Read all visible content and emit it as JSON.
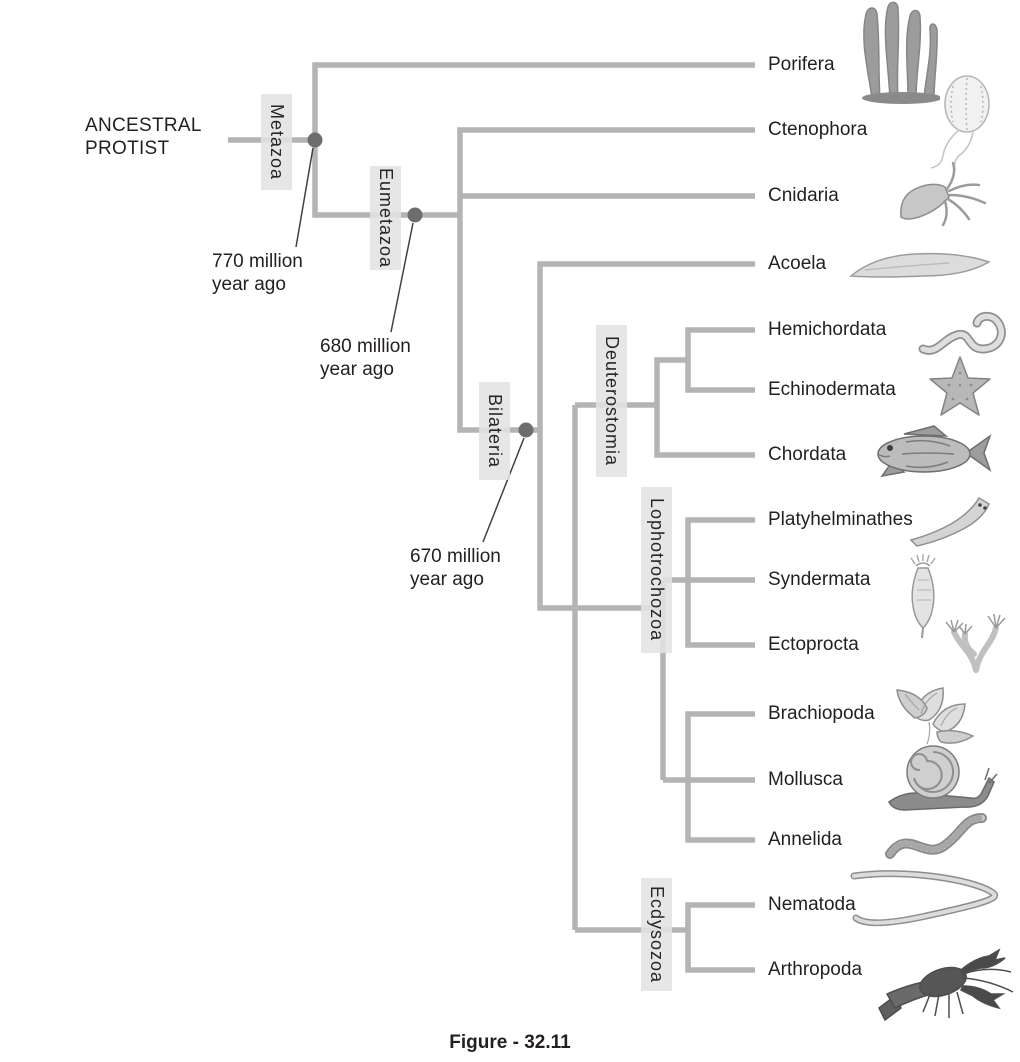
{
  "figure": {
    "caption": "Figure - 32.11"
  },
  "root": {
    "label": "ANCESTRAL PROTIST"
  },
  "clades": [
    {
      "name": "Metazoa"
    },
    {
      "name": "Eumetazoa"
    },
    {
      "name": "Bilateria"
    },
    {
      "name": "Deuterostomia"
    },
    {
      "name": "Lophotrochozoa"
    },
    {
      "name": "Ecdysozoa"
    }
  ],
  "annotations": [
    {
      "text": "770 million year ago",
      "marks": "Metazoa"
    },
    {
      "text": "680 million year ago",
      "marks": "Eumetazoa"
    },
    {
      "text": "670 million year ago",
      "marks": "Bilateria"
    }
  ],
  "taxa": [
    {
      "name": "Porifera",
      "icon": "sponge-icon"
    },
    {
      "name": "Ctenophora",
      "icon": "comb-jelly-icon"
    },
    {
      "name": "Cnidaria",
      "icon": "hydra-icon"
    },
    {
      "name": "Acoela",
      "icon": "flatworm-icon"
    },
    {
      "name": "Hemichordata",
      "icon": "acorn-worm-icon",
      "group": "Deuterostomia"
    },
    {
      "name": "Echinodermata",
      "icon": "sea-star-icon",
      "group": "Deuterostomia"
    },
    {
      "name": "Chordata",
      "icon": "fish-icon",
      "group": "Deuterostomia"
    },
    {
      "name": "Platyhelminathes",
      "icon": "planarian-icon",
      "group": "Lophotrochozoa"
    },
    {
      "name": "Syndermata",
      "icon": "rotifer-icon",
      "group": "Lophotrochozoa"
    },
    {
      "name": "Ectoprocta",
      "icon": "bryozoan-icon",
      "group": "Lophotrochozoa"
    },
    {
      "name": "Brachiopoda",
      "icon": "brachiopod-icon",
      "group": "Lophotrochozoa"
    },
    {
      "name": "Mollusca",
      "icon": "snail-icon",
      "group": "Lophotrochozoa"
    },
    {
      "name": "Annelida",
      "icon": "earthworm-icon",
      "group": "Lophotrochozoa"
    },
    {
      "name": "Nematoda",
      "icon": "roundworm-icon",
      "group": "Ecdysozoa"
    },
    {
      "name": "Arthropoda",
      "icon": "lobster-icon",
      "group": "Ecdysozoa"
    }
  ],
  "colors": {
    "branch": "#b4b4b4",
    "node": "#6d6d6d",
    "clade_box": "#e3e3e3",
    "text": "#231f20",
    "pointer": "#414141"
  }
}
